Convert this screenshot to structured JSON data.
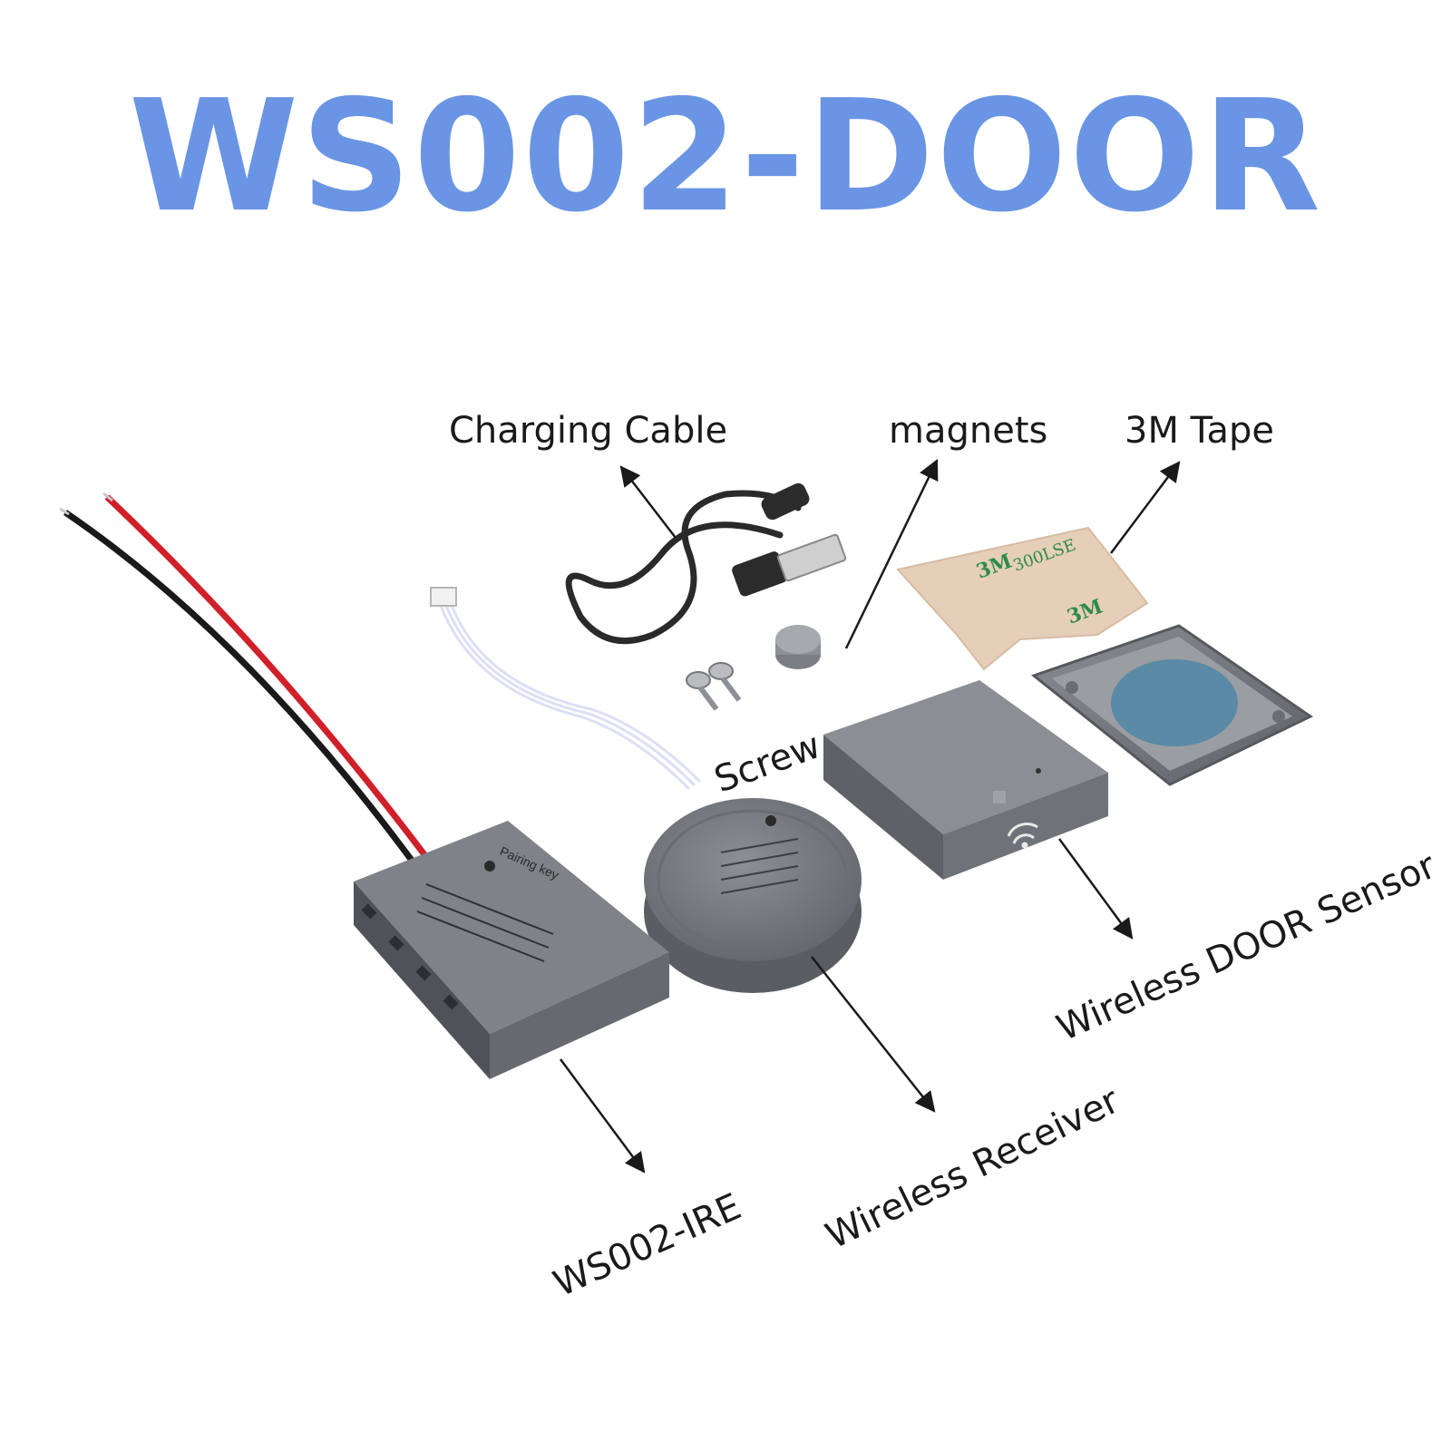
{
  "title": "WS002-DOOR",
  "labels": {
    "charging_cable": "Charging Cable",
    "magnets": "magnets",
    "tape": "3M Tape",
    "screw": "Screw",
    "door_sensor": "Wireless DOOR Sensor",
    "receiver": "Wireless Receiver",
    "ire": "WS002-IRE"
  },
  "device_print": {
    "tape_marks": [
      "3M",
      "300LSE"
    ],
    "ire_label": "Pairing key"
  },
  "colors": {
    "title": "#6a95e4",
    "text": "#1a1a1a",
    "device_body": "#6f7278",
    "tape": "#e6cfb8",
    "tape_mark": "#2e8b4e",
    "pad": "#5a8aa5",
    "wire_red": "#d0202a",
    "wire_black": "#1a1a1a"
  }
}
